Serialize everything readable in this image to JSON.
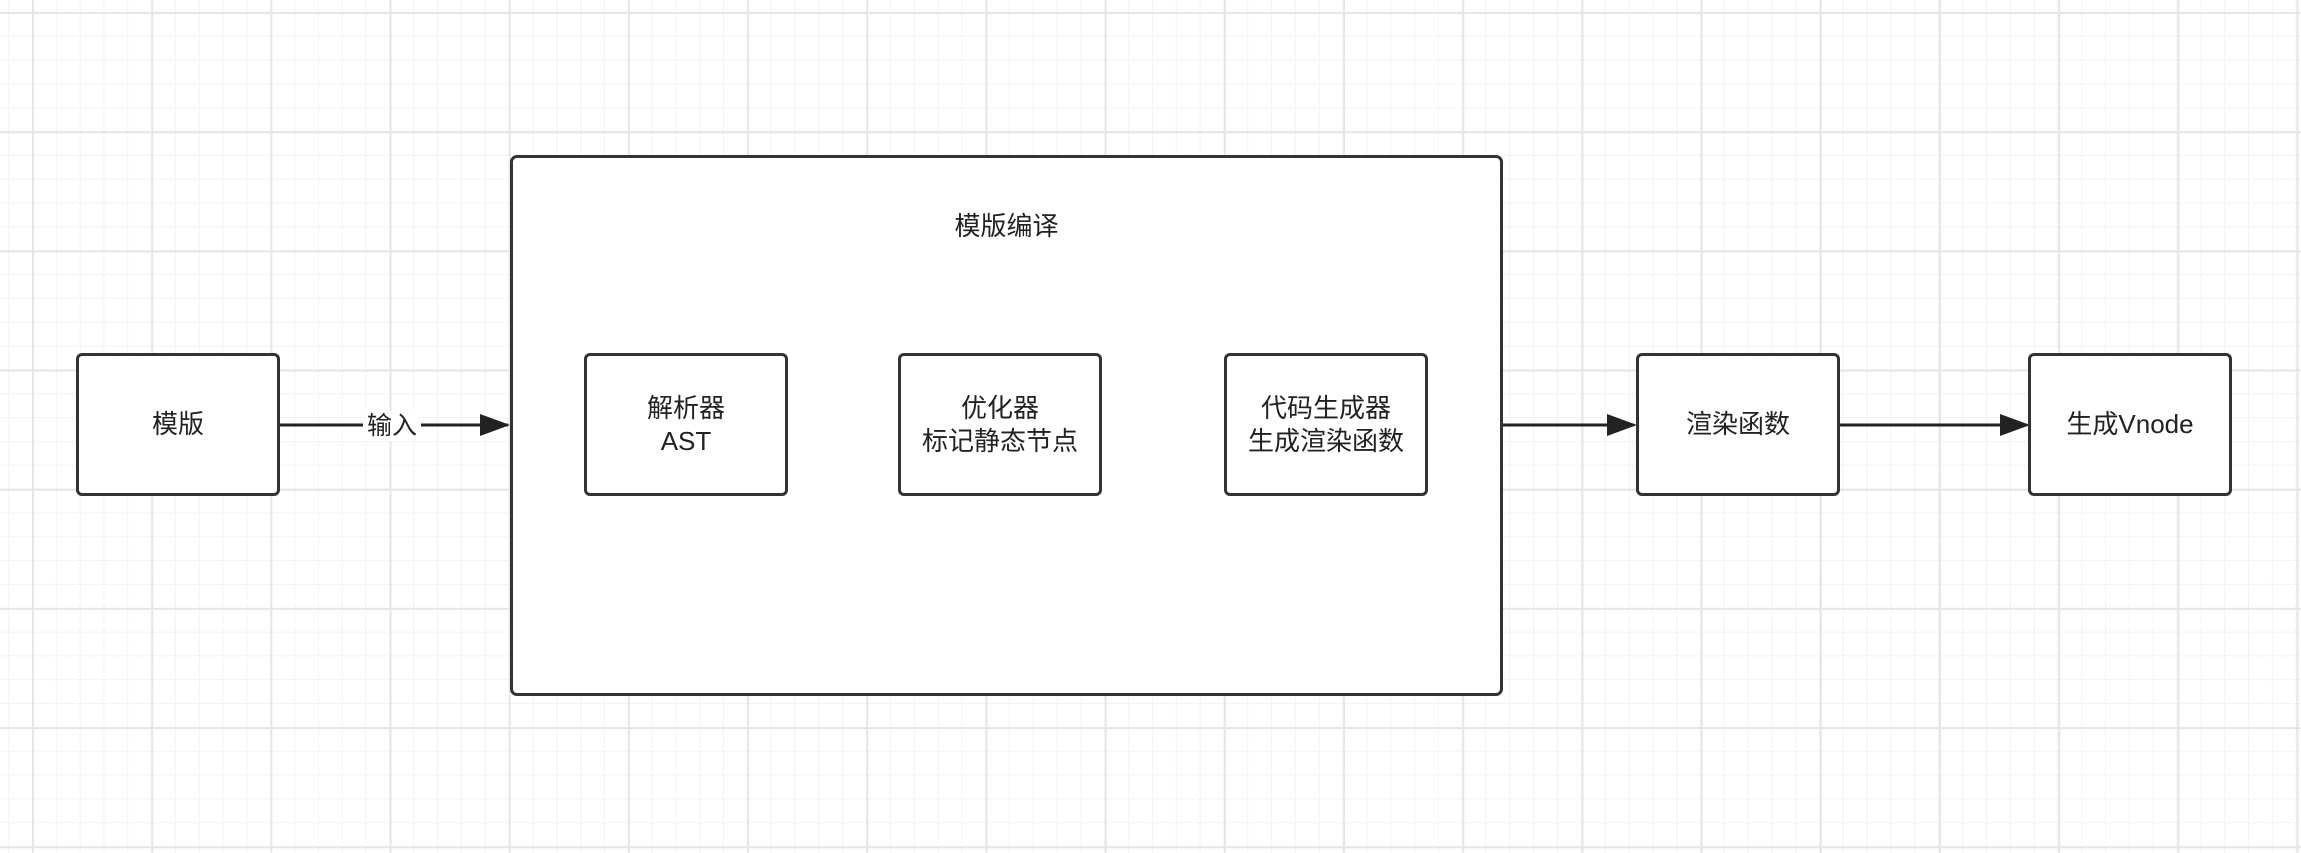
{
  "nodes": {
    "template": "模版",
    "compile_group": "模版编译",
    "parser_line1": "解析器",
    "parser_line2": "AST",
    "optimizer_line1": "优化器",
    "optimizer_line2": "标记静态节点",
    "codegen_line1": "代码生成器",
    "codegen_line2": "生成渲染函数",
    "render_fn": "渲染函数",
    "vnode": "生成Vnode"
  },
  "edges": {
    "input_label": "输入"
  },
  "colors": {
    "stroke": "#333333",
    "grid_major": "#e6e6e6",
    "grid_minor": "#f3f3f3"
  }
}
